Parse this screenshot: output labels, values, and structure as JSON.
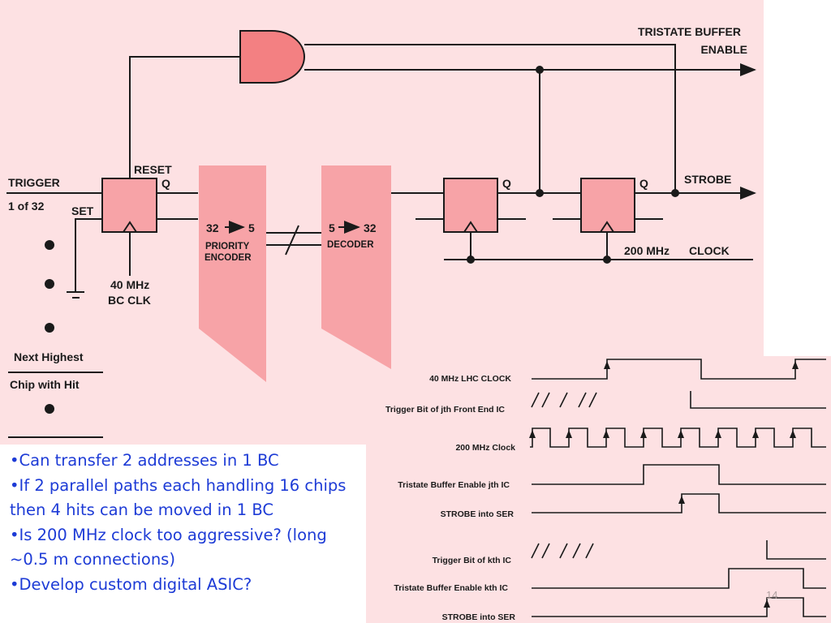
{
  "schematic": {
    "tristate_line1": "TRISTATE BUFFER",
    "tristate_line2": "ENABLE",
    "strobe": "STROBE",
    "trigger": "TRIGGER",
    "one_of_32": "1 of 32",
    "reset": "RESET",
    "q1": "Q",
    "set": "SET",
    "clk40_line1": "40 MHz",
    "clk40_line2": "BC CLK",
    "encoder_ratio": "32",
    "encoder_ratio_out": "5",
    "encoder_line1": "PRIORITY",
    "encoder_line2": "ENCODER",
    "decoder_ratio": "5",
    "decoder_ratio_out": "32",
    "decoder_name": "DECODER",
    "q2": "Q",
    "q3": "Q",
    "clock200_left": "200 MHz",
    "clock200_right": "CLOCK",
    "next_highest": "Next Highest",
    "chip_with_hit": "Chip with Hit"
  },
  "timing": {
    "signals": [
      "40 MHz LHC CLOCK",
      "Trigger Bit of jth Front End IC",
      "200 MHz Clock",
      "Tristate Buffer Enable jth IC",
      "STROBE into SER",
      "Trigger Bit of kth IC",
      "Tristate Buffer Enable kth IC",
      "STROBE into SER"
    ]
  },
  "bullets": [
    "•Can transfer 2 addresses in 1 BC",
    "•If 2 parallel paths each handling 16 chips then 4 hits can be moved in 1 BC",
    "•Is 200 MHz clock too aggressive? (long ~0.5 m connections)",
    "•Develop custom digital ASIC?"
  ],
  "slide_number": "14",
  "colors": {
    "panel_background": "#fde1e3",
    "block_fill": "#f7a3a7",
    "gate_fill": "#f38082",
    "bullet_text": "#1d3bd6"
  }
}
